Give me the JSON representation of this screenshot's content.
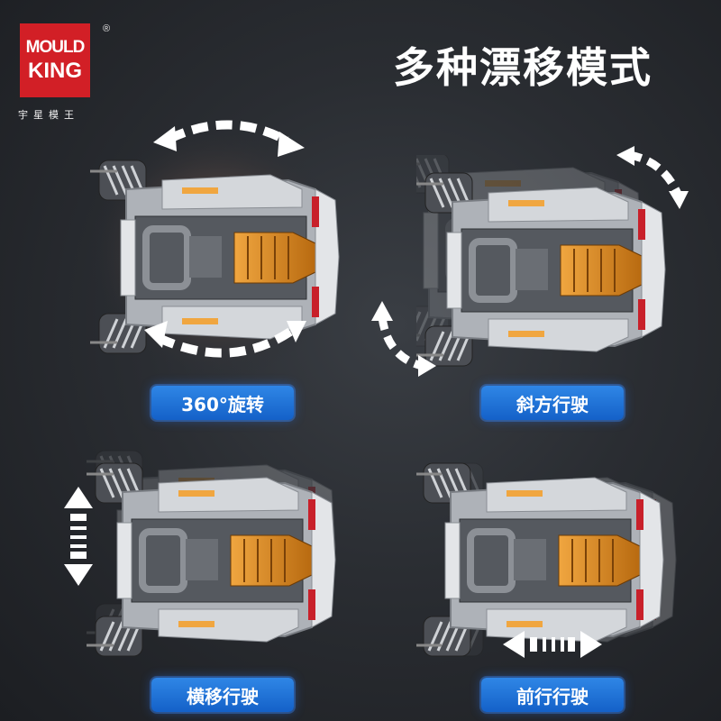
{
  "brand": {
    "logo_top": "MOULD",
    "logo_bottom": "KING",
    "registered": "®",
    "subtitle": "宇星模王",
    "logo_color": "#d21f26"
  },
  "title": "多种漂移模式",
  "modes": [
    {
      "label": "360°旋转",
      "icon": "rotation-arrows-icon"
    },
    {
      "label": "斜方行驶",
      "icon": "diagonal-arrows-icon"
    },
    {
      "label": "横移行驶",
      "icon": "vertical-arrow-icon"
    },
    {
      "label": "前行行驶",
      "icon": "horizontal-arrow-icon"
    }
  ],
  "colors": {
    "label_blue": "#1f74dc",
    "accent_orange": "#e8901a",
    "accent_red": "#c8202a",
    "car_grey": "#b9bcc2"
  }
}
